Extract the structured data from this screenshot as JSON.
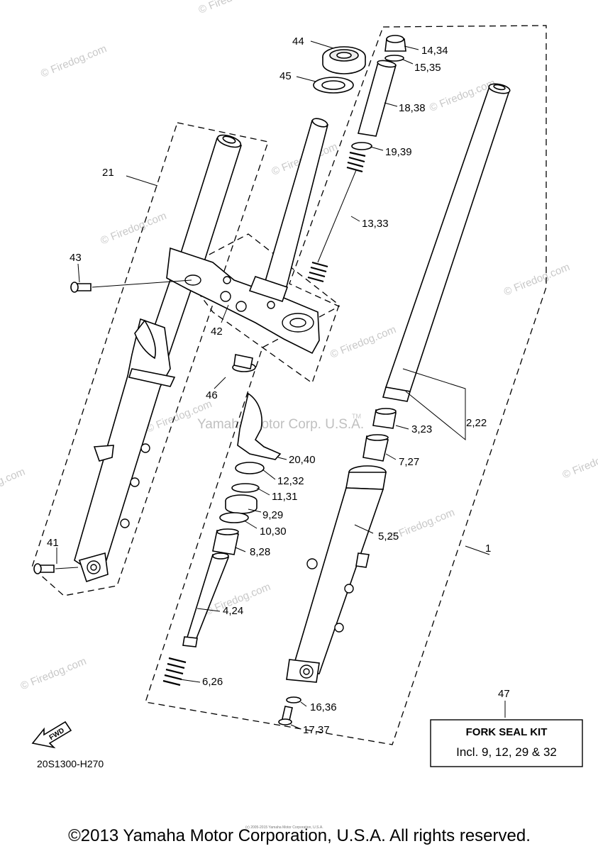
{
  "diagram": {
    "part_labels": [
      "44",
      "45",
      "14,34",
      "15,35",
      "18,38",
      "19,39",
      "13,33",
      "21",
      "43",
      "42",
      "46",
      "2,22",
      "3,23",
      "20,40",
      "7,27",
      "12,32",
      "11,31",
      "9,29",
      "10,30",
      "5,25",
      "8,28",
      "41",
      "1",
      "4,24",
      "6,26",
      "47",
      "16,36",
      "17,37"
    ],
    "fwd_label": "FWD",
    "diagram_code": "20S1300-H270",
    "kit": {
      "title": "FORK SEAL KIT",
      "description": "Incl. 9, 12, 29 & 32"
    },
    "watermark_text": "© Firedog.com",
    "center_watermark": "Yamaha Motor Corp. U.S.A.",
    "tm_mark": "TM",
    "small_print": "(c) 2005-2015 Yamaha Motor Corporation, U.S.A.",
    "copyright": "©2013 Yamaha Motor Corporation, U.S.A. All rights reserved."
  }
}
